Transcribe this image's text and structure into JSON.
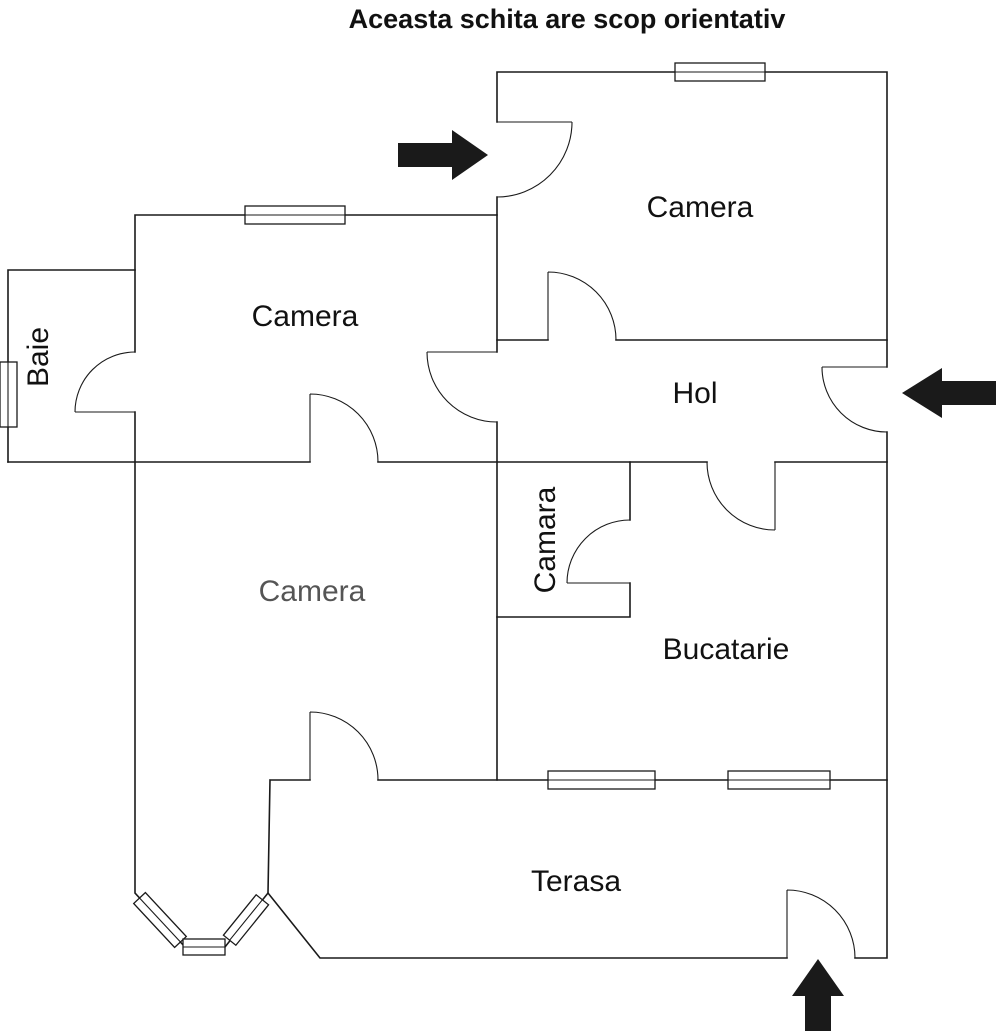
{
  "title": "Aceasta schita are scop orientativ",
  "rooms": [
    {
      "name": "camera-top-right",
      "label": "Camera"
    },
    {
      "name": "camera-left",
      "label": "Camera"
    },
    {
      "name": "baie",
      "label": "Baie"
    },
    {
      "name": "hol",
      "label": "Hol"
    },
    {
      "name": "camara",
      "label": "Camara"
    },
    {
      "name": "camera-bottom-left",
      "label": "Camera"
    },
    {
      "name": "bucatarie",
      "label": "Bucatarie"
    },
    {
      "name": "terasa",
      "label": "Terasa"
    }
  ],
  "arrows": [
    {
      "name": "entrance-arrow-top",
      "direction": "right"
    },
    {
      "name": "entrance-arrow-side",
      "direction": "left"
    },
    {
      "name": "entrance-arrow-bottom",
      "direction": "up"
    }
  ],
  "colors": {
    "walls": "#1a1a1a",
    "text": "#111111",
    "muted_text": "#555555",
    "background": "#ffffff"
  }
}
